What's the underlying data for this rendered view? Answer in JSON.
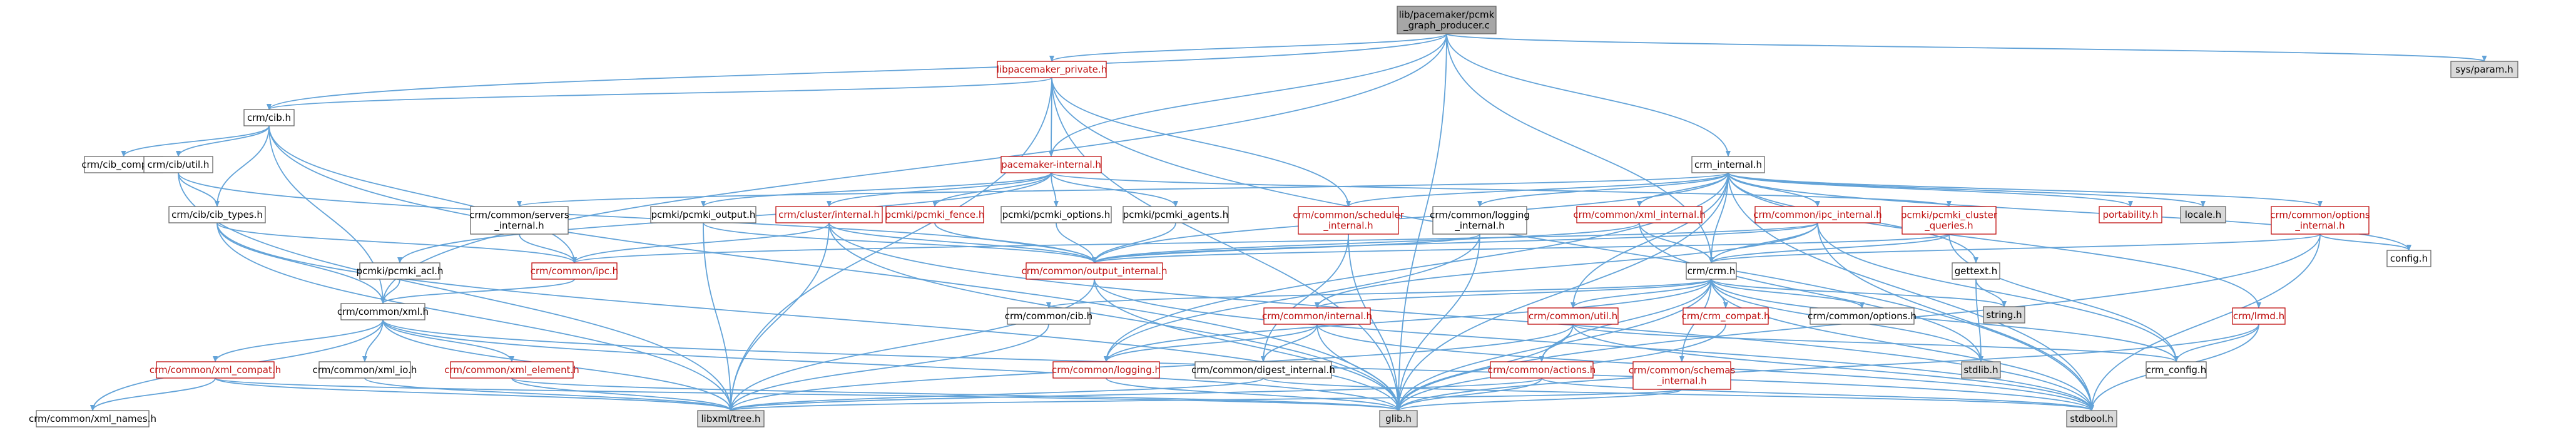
{
  "colors": {
    "edge": "#63a3d8",
    "node_border_plain": "#666666",
    "node_border_link": "#bf0f0f",
    "node_fill": "#ffffff",
    "node_fill_root": "#a6a6a6",
    "node_fill_system": "#d9d9d9",
    "text_plain": "#000000",
    "text_link": "#bf0f0f"
  },
  "nodes": [
    {
      "id": "root",
      "lines": [
        "lib/pacemaker/pcmk",
        "_graph_producer.c"
      ],
      "kind": "root"
    },
    {
      "id": "libpacemaker_private",
      "lines": [
        "libpacemaker_private.h"
      ],
      "kind": "link"
    },
    {
      "id": "sys_param",
      "lines": [
        "sys/param.h"
      ],
      "kind": "system"
    },
    {
      "id": "crm_cib",
      "lines": [
        "crm/cib.h"
      ],
      "kind": "plain"
    },
    {
      "id": "pacemaker_internal",
      "lines": [
        "pacemaker-internal.h"
      ],
      "kind": "link"
    },
    {
      "id": "crm_internal",
      "lines": [
        "crm_internal.h"
      ],
      "kind": "plain"
    },
    {
      "id": "cib_compat",
      "lines": [
        "crm/cib_compat.h"
      ],
      "kind": "plain"
    },
    {
      "id": "cib_util",
      "lines": [
        "crm/cib/util.h"
      ],
      "kind": "plain"
    },
    {
      "id": "cib_types",
      "lines": [
        "crm/cib/cib_types.h"
      ],
      "kind": "plain"
    },
    {
      "id": "servers_internal",
      "lines": [
        "crm/common/servers",
        "_internal.h"
      ],
      "kind": "plain"
    },
    {
      "id": "pcmki_output",
      "lines": [
        "pcmki/pcmki_output.h"
      ],
      "kind": "plain"
    },
    {
      "id": "cluster_internal",
      "lines": [
        "crm/cluster/internal.h"
      ],
      "kind": "link"
    },
    {
      "id": "pcmki_fence",
      "lines": [
        "pcmki/pcmki_fence.h"
      ],
      "kind": "link"
    },
    {
      "id": "pcmki_options",
      "lines": [
        "pcmki/pcmki_options.h"
      ],
      "kind": "plain"
    },
    {
      "id": "pcmki_agents",
      "lines": [
        "pcmki/pcmki_agents.h"
      ],
      "kind": "plain"
    },
    {
      "id": "scheduler_internal",
      "lines": [
        "crm/common/scheduler",
        "_internal.h"
      ],
      "kind": "link"
    },
    {
      "id": "logging_internal",
      "lines": [
        "crm/common/logging",
        "_internal.h"
      ],
      "kind": "plain"
    },
    {
      "id": "xml_internal",
      "lines": [
        "crm/common/xml_internal.h"
      ],
      "kind": "link"
    },
    {
      "id": "ipc_internal",
      "lines": [
        "crm/common/ipc_internal.h"
      ],
      "kind": "link"
    },
    {
      "id": "cluster_queries",
      "lines": [
        "pcmki/pcmki_cluster",
        "_queries.h"
      ],
      "kind": "link"
    },
    {
      "id": "portability",
      "lines": [
        "portability.h"
      ],
      "kind": "link"
    },
    {
      "id": "locale",
      "lines": [
        "locale.h"
      ],
      "kind": "system"
    },
    {
      "id": "options_internal",
      "lines": [
        "crm/common/options",
        "_internal.h"
      ],
      "kind": "link"
    },
    {
      "id": "config",
      "lines": [
        "config.h"
      ],
      "kind": "plain"
    },
    {
      "id": "gettext",
      "lines": [
        "gettext.h"
      ],
      "kind": "plain"
    },
    {
      "id": "pcmki_acl",
      "lines": [
        "pcmki/pcmki_acl.h"
      ],
      "kind": "plain"
    },
    {
      "id": "common_ipc",
      "lines": [
        "crm/common/ipc.h"
      ],
      "kind": "link"
    },
    {
      "id": "output_internal",
      "lines": [
        "crm/common/output_internal.h"
      ],
      "kind": "link"
    },
    {
      "id": "crm_h",
      "lines": [
        "crm/crm.h"
      ],
      "kind": "plain"
    },
    {
      "id": "string_h",
      "lines": [
        "string.h"
      ],
      "kind": "system"
    },
    {
      "id": "common_xml",
      "lines": [
        "crm/common/xml.h"
      ],
      "kind": "plain"
    },
    {
      "id": "common_cib",
      "lines": [
        "crm/common/cib.h"
      ],
      "kind": "plain"
    },
    {
      "id": "common_internal",
      "lines": [
        "crm/common/internal.h"
      ],
      "kind": "link"
    },
    {
      "id": "common_util",
      "lines": [
        "crm/common/util.h"
      ],
      "kind": "link"
    },
    {
      "id": "crm_compat",
      "lines": [
        "crm/crm_compat.h"
      ],
      "kind": "link"
    },
    {
      "id": "common_options",
      "lines": [
        "crm/common/options.h"
      ],
      "kind": "plain"
    },
    {
      "id": "lrmd",
      "lines": [
        "crm/lrmd.h"
      ],
      "kind": "link"
    },
    {
      "id": "stdlib",
      "lines": [
        "stdlib.h"
      ],
      "kind": "system"
    },
    {
      "id": "xml_compat",
      "lines": [
        "crm/common/xml_compat.h"
      ],
      "kind": "link"
    },
    {
      "id": "xml_io",
      "lines": [
        "crm/common/xml_io.h"
      ],
      "kind": "plain"
    },
    {
      "id": "xml_element",
      "lines": [
        "crm/common/xml_element.h"
      ],
      "kind": "link"
    },
    {
      "id": "common_logging",
      "lines": [
        "crm/common/logging.h"
      ],
      "kind": "link"
    },
    {
      "id": "digest_internal",
      "lines": [
        "crm/common/digest_internal.h"
      ],
      "kind": "plain"
    },
    {
      "id": "common_actions",
      "lines": [
        "crm/common/actions.h"
      ],
      "kind": "link"
    },
    {
      "id": "schemas_internal",
      "lines": [
        "crm/common/schemas",
        "_internal.h"
      ],
      "kind": "link"
    },
    {
      "id": "crm_config",
      "lines": [
        "crm_config.h"
      ],
      "kind": "plain"
    },
    {
      "id": "xml_names",
      "lines": [
        "crm/common/xml_names.h"
      ],
      "kind": "plain"
    },
    {
      "id": "libxml_tree",
      "lines": [
        "libxml/tree.h"
      ],
      "kind": "system"
    },
    {
      "id": "glib",
      "lines": [
        "glib.h"
      ],
      "kind": "system"
    },
    {
      "id": "stdbool",
      "lines": [
        "stdbool.h"
      ],
      "kind": "system"
    }
  ],
  "edges": [
    [
      "root",
      "libpacemaker_private"
    ],
    [
      "root",
      "sys_param"
    ],
    [
      "root",
      "crm_cib"
    ],
    [
      "root",
      "pacemaker_internal"
    ],
    [
      "root",
      "crm_internal"
    ],
    [
      "root",
      "common_xml"
    ],
    [
      "root",
      "crm_h"
    ],
    [
      "root",
      "glib"
    ],
    [
      "libpacemaker_private",
      "crm_cib"
    ],
    [
      "libpacemaker_private",
      "pacemaker_internal"
    ],
    [
      "libpacemaker_private",
      "scheduler_internal"
    ],
    [
      "libpacemaker_private",
      "libxml_tree"
    ],
    [
      "libpacemaker_private",
      "glib"
    ],
    [
      "libpacemaker_private",
      "stdbool"
    ],
    [
      "crm_cib",
      "cib_compat"
    ],
    [
      "crm_cib",
      "cib_util"
    ],
    [
      "crm_cib",
      "cib_types"
    ],
    [
      "crm_cib",
      "common_ipc"
    ],
    [
      "crm_cib",
      "common_xml"
    ],
    [
      "crm_cib",
      "glib"
    ],
    [
      "cib_util",
      "cib_types"
    ],
    [
      "cib_util",
      "libxml_tree"
    ],
    [
      "cib_util",
      "output_internal"
    ],
    [
      "cib_types",
      "common_ipc"
    ],
    [
      "cib_types",
      "common_xml"
    ],
    [
      "cib_types",
      "libxml_tree"
    ],
    [
      "cib_types",
      "glib"
    ],
    [
      "pacemaker_internal",
      "pcmki_acl"
    ],
    [
      "pacemaker_internal",
      "pcmki_output"
    ],
    [
      "pacemaker_internal",
      "cluster_internal"
    ],
    [
      "pacemaker_internal",
      "pcmki_fence"
    ],
    [
      "pacemaker_internal",
      "pcmki_options"
    ],
    [
      "pacemaker_internal",
      "pcmki_agents"
    ],
    [
      "pacemaker_internal",
      "cluster_queries"
    ],
    [
      "pcmki_output",
      "output_internal"
    ],
    [
      "pcmki_output",
      "libxml_tree"
    ],
    [
      "cluster_internal",
      "common_ipc"
    ],
    [
      "cluster_internal",
      "output_internal"
    ],
    [
      "cluster_internal",
      "libxml_tree"
    ],
    [
      "cluster_internal",
      "glib"
    ],
    [
      "cluster_internal",
      "stdbool"
    ],
    [
      "pcmki_fence",
      "output_internal"
    ],
    [
      "pcmki_options",
      "output_internal"
    ],
    [
      "pcmki_agents",
      "output_internal"
    ],
    [
      "crm_internal",
      "servers_internal"
    ],
    [
      "crm_internal",
      "scheduler_internal"
    ],
    [
      "crm_internal",
      "logging_internal"
    ],
    [
      "crm_internal",
      "xml_internal"
    ],
    [
      "crm_internal",
      "ipc_internal"
    ],
    [
      "crm_internal",
      "output_internal"
    ],
    [
      "crm_internal",
      "portability"
    ],
    [
      "crm_internal",
      "locale"
    ],
    [
      "crm_internal",
      "options_internal"
    ],
    [
      "crm_internal",
      "config"
    ],
    [
      "crm_internal",
      "gettext"
    ],
    [
      "crm_internal",
      "crm_h"
    ],
    [
      "crm_internal",
      "common_util"
    ],
    [
      "crm_internal",
      "lrmd"
    ],
    [
      "crm_internal",
      "common_logging"
    ],
    [
      "crm_internal",
      "glib"
    ],
    [
      "crm_internal",
      "stdbool"
    ],
    [
      "servers_internal",
      "common_ipc"
    ],
    [
      "scheduler_internal",
      "digest_internal"
    ],
    [
      "scheduler_internal",
      "glib"
    ],
    [
      "logging_internal",
      "output_internal"
    ],
    [
      "logging_internal",
      "common_logging"
    ],
    [
      "logging_internal",
      "glib"
    ],
    [
      "xml_internal",
      "crm_h"
    ],
    [
      "xml_internal",
      "output_internal"
    ],
    [
      "xml_internal",
      "stdlib"
    ],
    [
      "ipc_internal",
      "crm_h"
    ],
    [
      "ipc_internal",
      "common_ipc"
    ],
    [
      "ipc_internal",
      "output_internal"
    ],
    [
      "ipc_internal",
      "common_internal"
    ],
    [
      "ipc_internal",
      "crm_config"
    ],
    [
      "ipc_internal",
      "stdbool"
    ],
    [
      "cluster_queries",
      "crm_h"
    ],
    [
      "cluster_queries",
      "output_internal"
    ],
    [
      "cluster_queries",
      "crm_config"
    ],
    [
      "options_internal",
      "crm_h"
    ],
    [
      "options_internal",
      "config"
    ],
    [
      "options_internal",
      "glib"
    ],
    [
      "options_internal",
      "stdbool"
    ],
    [
      "gettext",
      "string_h"
    ],
    [
      "gettext",
      "stdlib"
    ],
    [
      "pcmki_acl",
      "common_xml"
    ],
    [
      "common_ipc",
      "common_xml"
    ],
    [
      "output_internal",
      "libxml_tree"
    ],
    [
      "output_internal",
      "glib"
    ],
    [
      "output_internal",
      "stdbool"
    ],
    [
      "crm_h",
      "common_cib"
    ],
    [
      "crm_h",
      "common_internal"
    ],
    [
      "crm_h",
      "common_util"
    ],
    [
      "crm_h",
      "crm_compat"
    ],
    [
      "crm_h",
      "common_options"
    ],
    [
      "crm_h",
      "common_actions"
    ],
    [
      "crm_h",
      "schemas_internal"
    ],
    [
      "crm_h",
      "common_logging"
    ],
    [
      "crm_h",
      "crm_config"
    ],
    [
      "crm_h",
      "string_h"
    ],
    [
      "crm_h",
      "stdlib"
    ],
    [
      "crm_h",
      "glib"
    ],
    [
      "crm_h",
      "stdbool"
    ],
    [
      "common_xml",
      "xml_compat"
    ],
    [
      "common_xml",
      "xml_io"
    ],
    [
      "common_xml",
      "xml_element"
    ],
    [
      "common_xml",
      "xml_names"
    ],
    [
      "common_xml",
      "libxml_tree"
    ],
    [
      "common_xml",
      "glib"
    ],
    [
      "common_xml",
      "stdbool"
    ],
    [
      "common_cib",
      "libxml_tree"
    ],
    [
      "common_internal",
      "common_logging"
    ],
    [
      "common_internal",
      "digest_internal"
    ],
    [
      "common_internal",
      "glib"
    ],
    [
      "common_internal",
      "stdbool"
    ],
    [
      "common_util",
      "common_actions"
    ],
    [
      "common_util",
      "crm_config"
    ],
    [
      "common_util",
      "libxml_tree"
    ],
    [
      "common_util",
      "glib"
    ],
    [
      "common_util",
      "stdbool"
    ],
    [
      "crm_compat",
      "glib"
    ],
    [
      "lrmd",
      "crm_config"
    ],
    [
      "lrmd",
      "glib"
    ],
    [
      "lrmd",
      "stdbool"
    ],
    [
      "xml_compat",
      "xml_names"
    ],
    [
      "xml_compat",
      "libxml_tree"
    ],
    [
      "xml_compat",
      "glib"
    ],
    [
      "xml_io",
      "libxml_tree"
    ],
    [
      "xml_element",
      "libxml_tree"
    ],
    [
      "xml_element",
      "glib"
    ],
    [
      "common_logging",
      "glib"
    ],
    [
      "digest_internal",
      "libxml_tree"
    ],
    [
      "digest_internal",
      "stdbool"
    ],
    [
      "common_actions",
      "libxml_tree"
    ],
    [
      "common_actions",
      "glib"
    ],
    [
      "common_actions",
      "stdbool"
    ],
    [
      "schemas_internal",
      "libxml_tree"
    ],
    [
      "schemas_internal",
      "glib"
    ]
  ]
}
